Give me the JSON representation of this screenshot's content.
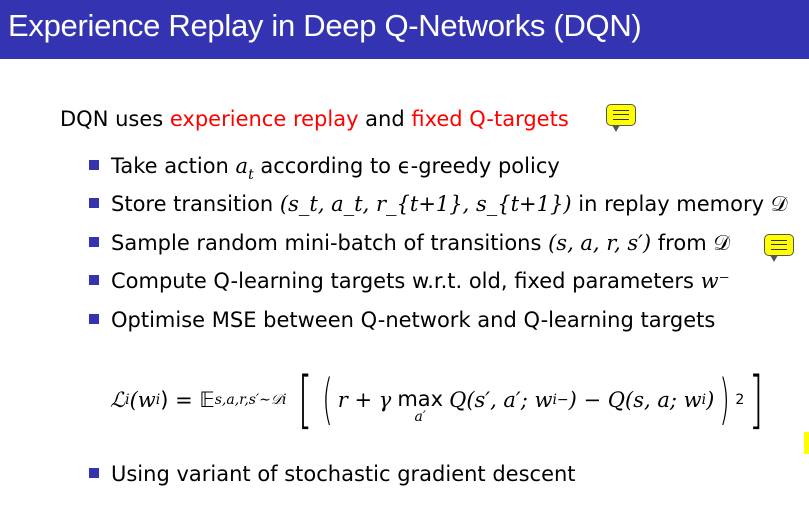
{
  "title": "Experience Replay in Deep Q-Networks (DQN)",
  "intro": {
    "prefix": "DQN uses ",
    "highlight1": "experience replay",
    "middle": " and ",
    "highlight2": "fixed Q-targets"
  },
  "bullets": [
    {
      "pre": "Take action ",
      "math": "a",
      "sub": "t",
      "post": " according to ϵ-greedy policy"
    },
    {
      "pre": "Store transition ",
      "math": "(s_t, a_t, r_{t+1}, s_{t+1})",
      "post": " in replay memory 𝒟"
    },
    {
      "pre": "Sample random mini-batch of transitions ",
      "math": "(s, a, r, s′)",
      "post": " from 𝒟"
    },
    {
      "pre": "Compute Q-learning targets w.r.t. old, fixed parameters ",
      "math": "w⁻",
      "post": ""
    },
    {
      "pre": "Optimise MSE between Q-network and Q-learning targets",
      "math": "",
      "post": ""
    },
    {
      "pre": "Using variant of stochastic gradient descent",
      "math": "",
      "post": ""
    }
  ],
  "equation": {
    "lhs": "ℒ",
    "lhs_sub": "i",
    "lhs_arg": "(w",
    "lhs_arg_sub": "i",
    "lhs_close": ") = 𝔼",
    "exp_sub": "s,a,r,s′∼𝒟i",
    "r": "r + γ",
    "max": "max",
    "max_under": "a′",
    "q1": "Q(s′, a′; w",
    "q1_sub": "i",
    "q1_sup": "−",
    "q1_close": ") − Q(s, a; w",
    "q2_sub": "i",
    "q2_close": ")",
    "power": "2"
  },
  "colors": {
    "header": "#3434b2",
    "highlight": "#ff0000",
    "note": "#ffff00"
  }
}
